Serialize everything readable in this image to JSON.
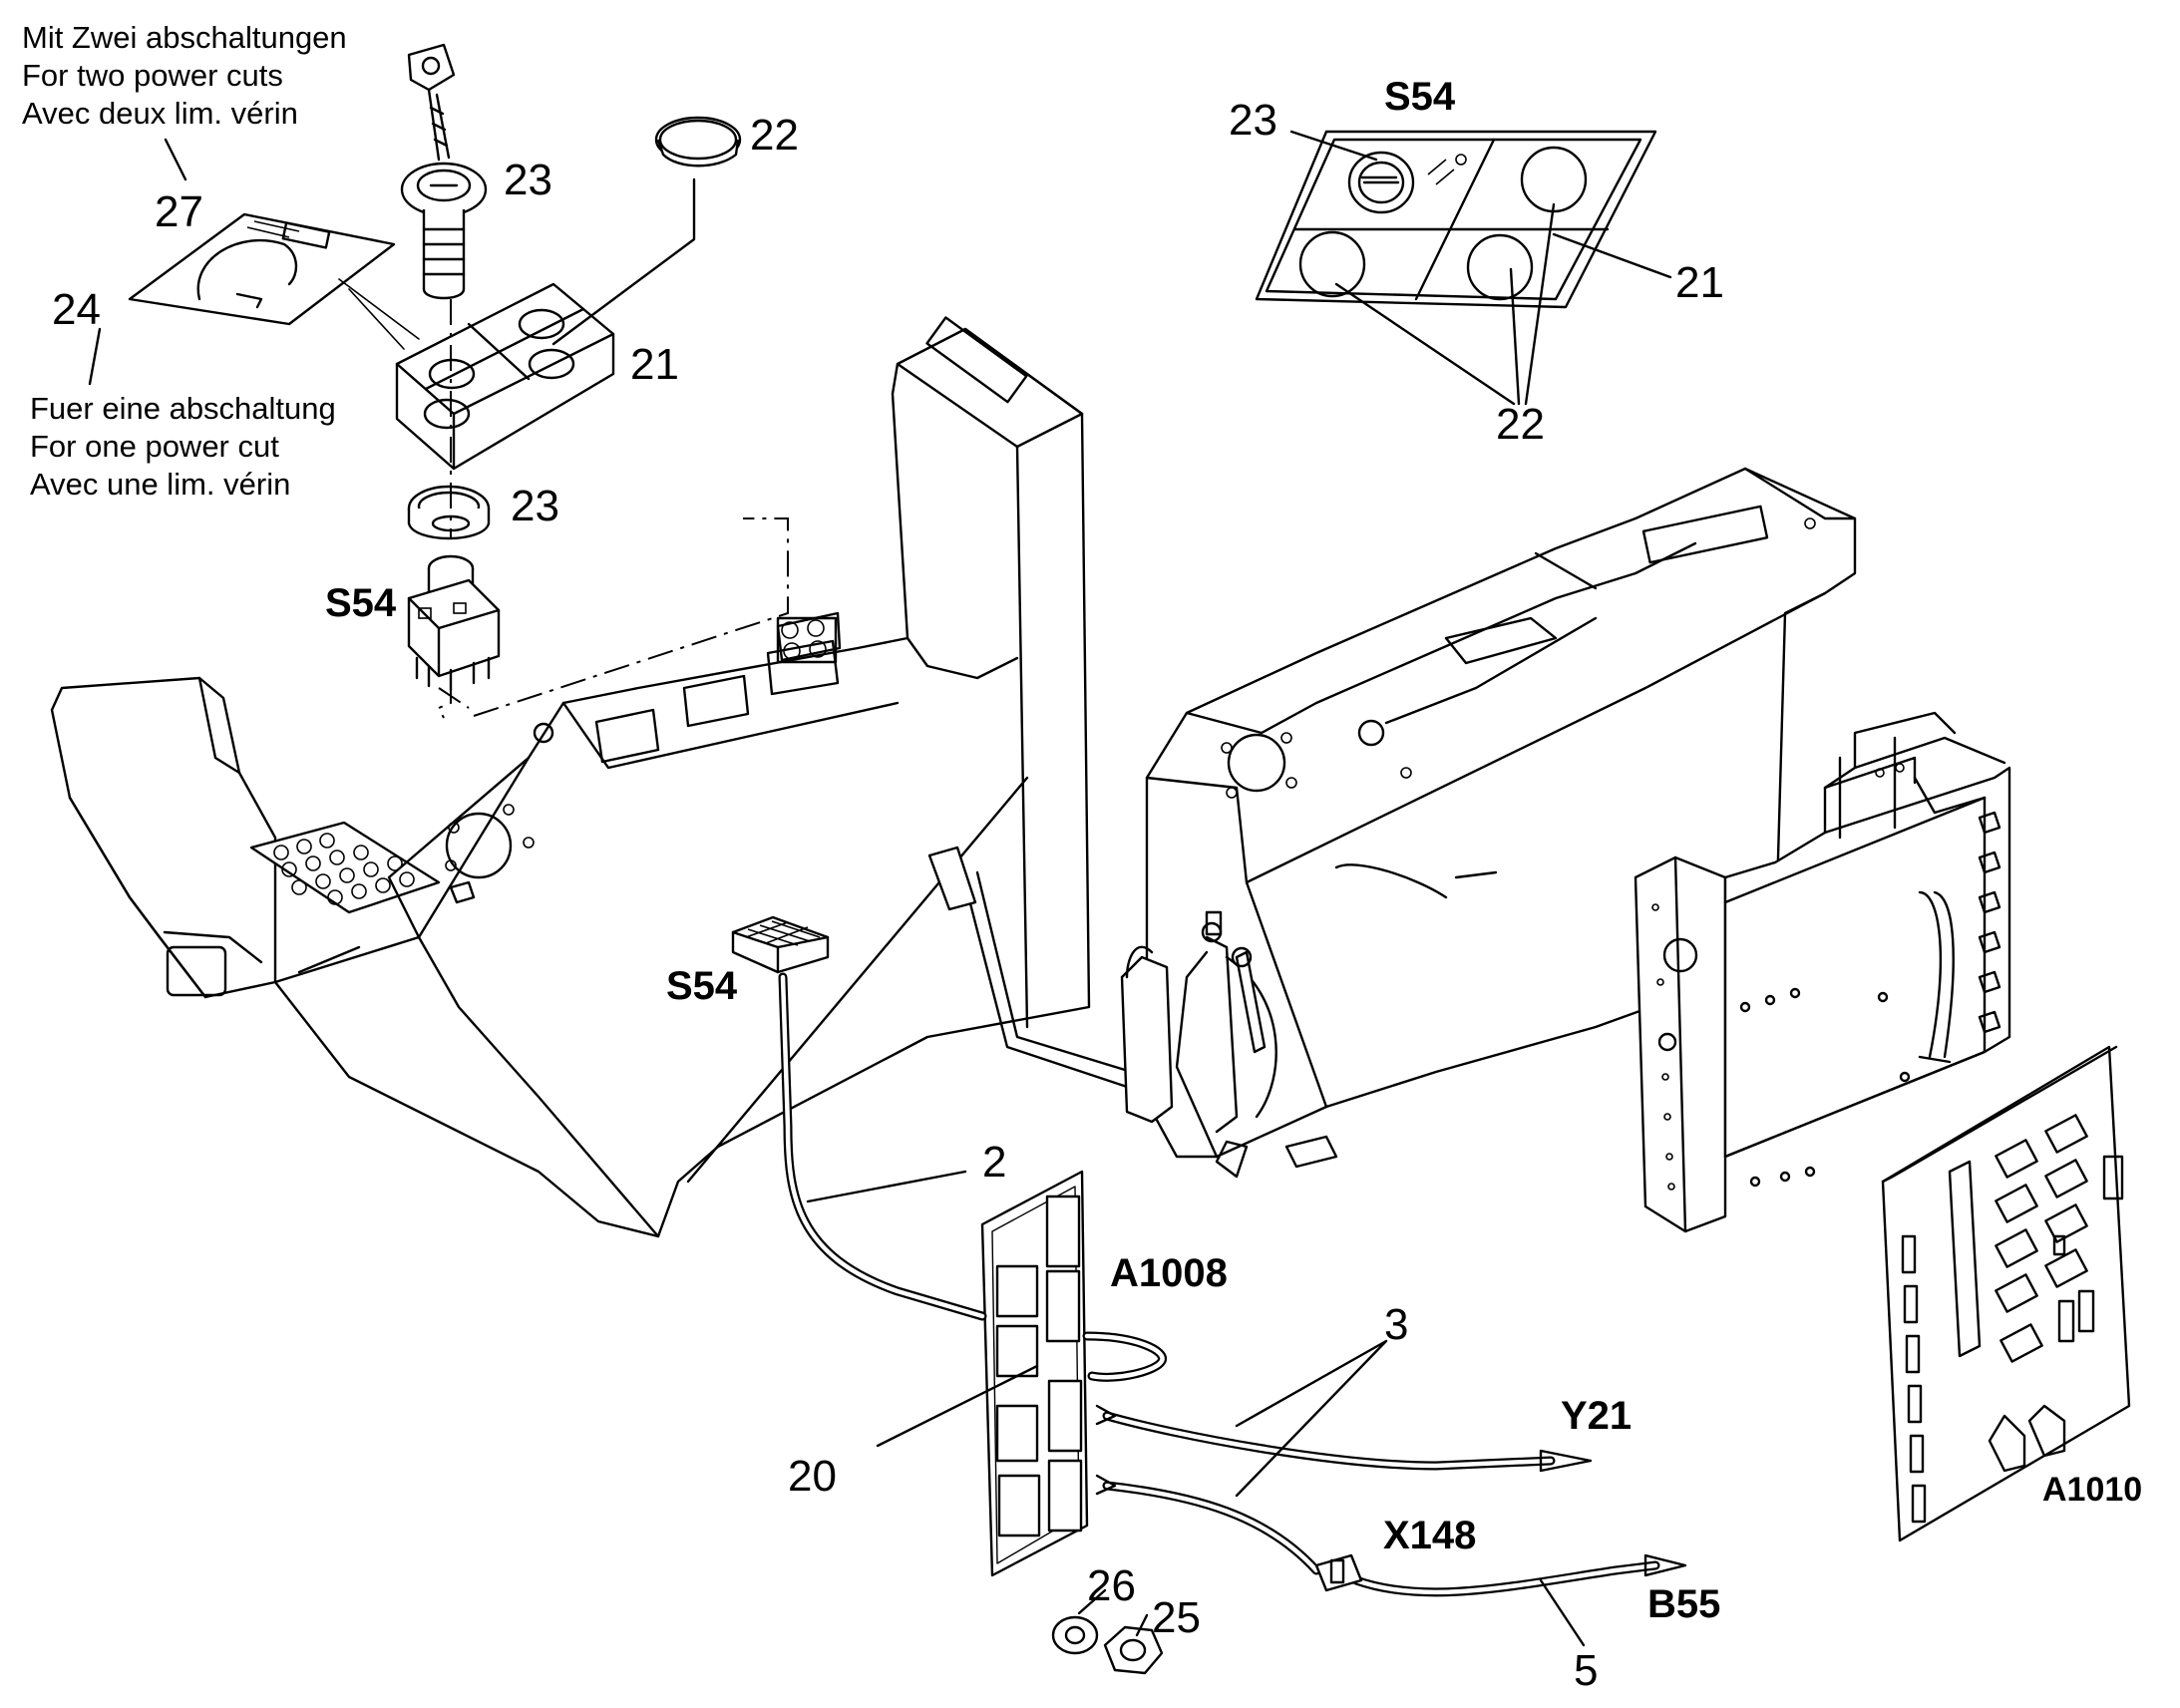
{
  "labels": {
    "note_two_de": "Mit Zwei abschaltungen",
    "note_two_en": "For two power cuts",
    "note_two_fr": "Avec deux lim. vérin",
    "note_one_de": "Fuer eine abschaltung",
    "note_one_en": "For one power cut",
    "note_one_fr": "Avec une lim. vérin",
    "p27": "27",
    "p24": "24",
    "p23_key": "23",
    "p22_cap": "22",
    "p21_plate": "21",
    "p23_bezel": "23",
    "s54_switch": "S54",
    "s54_panel": "S54",
    "p23_panel": "23",
    "p21_panel": "21",
    "p22_panel": "22",
    "s54_connector": "S54",
    "p2": "2",
    "a1008": "A1008",
    "p3": "3",
    "y21": "Y21",
    "p20": "20",
    "x148": "X148",
    "b55": "B55",
    "p26": "26",
    "p25": "25",
    "p5": "5",
    "a1010": "A1010"
  }
}
